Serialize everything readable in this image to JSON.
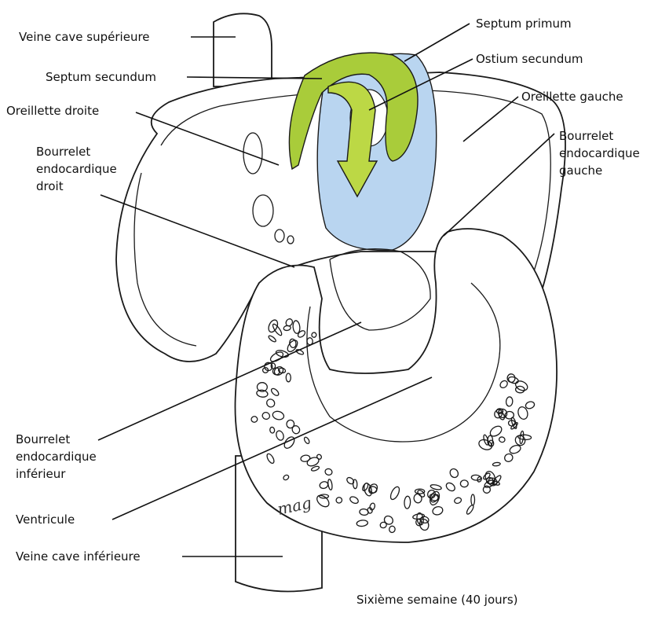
{
  "colors": {
    "septum_secundum": "#a9cc3a",
    "septum_primum": "#b9d5f0",
    "arrow": "#bcd845",
    "outline": "#1a1a1a"
  },
  "labels": {
    "veine_cave_superieure": "Veine cave supérieure",
    "septum_secundum": "Septum secundum",
    "oreillette_droite": "Oreillette droite",
    "bourrelet_droit": [
      "Bourrelet",
      "endocardique",
      "droit"
    ],
    "septum_primum": "Septum primum",
    "ostium_secundum": "Ostium secundum",
    "oreillette_gauche": "Oreillette gauche",
    "bourrelet_gauche": [
      "Bourrelet",
      "endocardique",
      "gauche"
    ],
    "bourrelet_inferieur": [
      "Bourrelet",
      "endocardique",
      "inférieur"
    ],
    "ventricule": "Ventricule",
    "veine_cave_inferieure": "Veine cave inférieure",
    "signature": "mag"
  },
  "caption": "Sixième semaine (40 jours)"
}
